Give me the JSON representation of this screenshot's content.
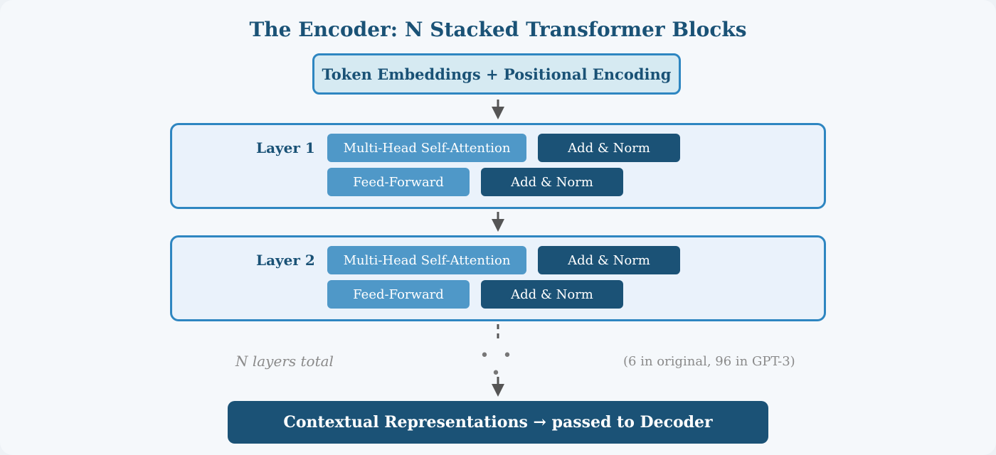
{
  "title": "The Encoder: N Stacked Transformer Blocks",
  "input_box": "Token Embeddings + Positional Encoding",
  "layers": [
    {
      "label": "Layer 1",
      "attention": "Multi-Head Self-Attention",
      "add_norm_1": "Add & Norm",
      "feed_forward": "Feed-Forward",
      "add_norm_2": "Add & Norm"
    },
    {
      "label": "Layer 2",
      "attention": "Multi-Head Self-Attention",
      "add_norm_1": "Add & Norm",
      "feed_forward": "Feed-Forward",
      "add_norm_2": "Add & Norm"
    }
  ],
  "continuation": {
    "note_left": "N layers total",
    "dots": "• • •",
    "note_right": "(6 in original, 96 in GPT-3)"
  },
  "output_box": "Contextual Representations → passed to Decoder",
  "colors": {
    "title": "#1a5276",
    "border": "#2e86c1",
    "block_light": "#4f98c8",
    "block_dark": "#1b5276",
    "arrow": "#555555"
  }
}
